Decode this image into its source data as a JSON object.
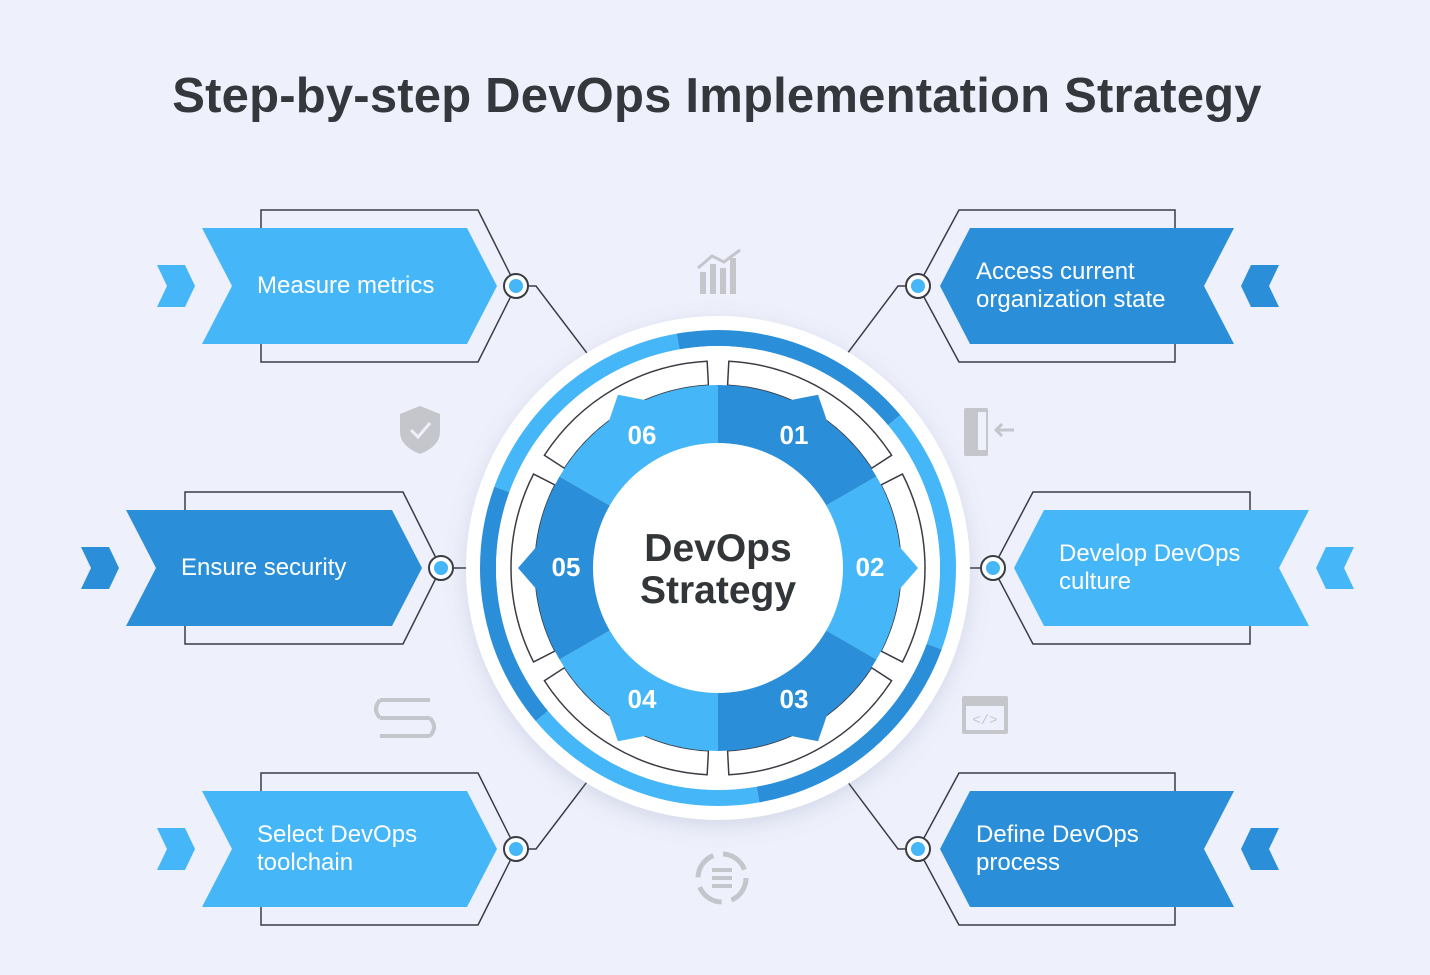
{
  "title": "Step-by-step DevOps Implementation Strategy",
  "center": {
    "line1": "DevOps",
    "line2": "Strategy"
  },
  "colors": {
    "light": "#45b6f7",
    "dark": "#2a8fd8",
    "background": "#eef0fb",
    "icon": "#c4c6cc"
  },
  "steps": [
    {
      "number": "01",
      "label": "Access current organization state",
      "icon": "door-exit-icon"
    },
    {
      "number": "02",
      "label": "Develop DevOps culture",
      "icon": "none"
    },
    {
      "number": "03",
      "label": "Define DevOps process",
      "icon": "code-window-icon"
    },
    {
      "number": "04",
      "label": "Select DevOps toolchain",
      "icon": "cycle-icon"
    },
    {
      "number": "05",
      "label": "Ensure security",
      "icon": "shield-icon"
    },
    {
      "number": "06",
      "label": "Measure metrics",
      "icon": "bar-chart-icon"
    }
  ]
}
